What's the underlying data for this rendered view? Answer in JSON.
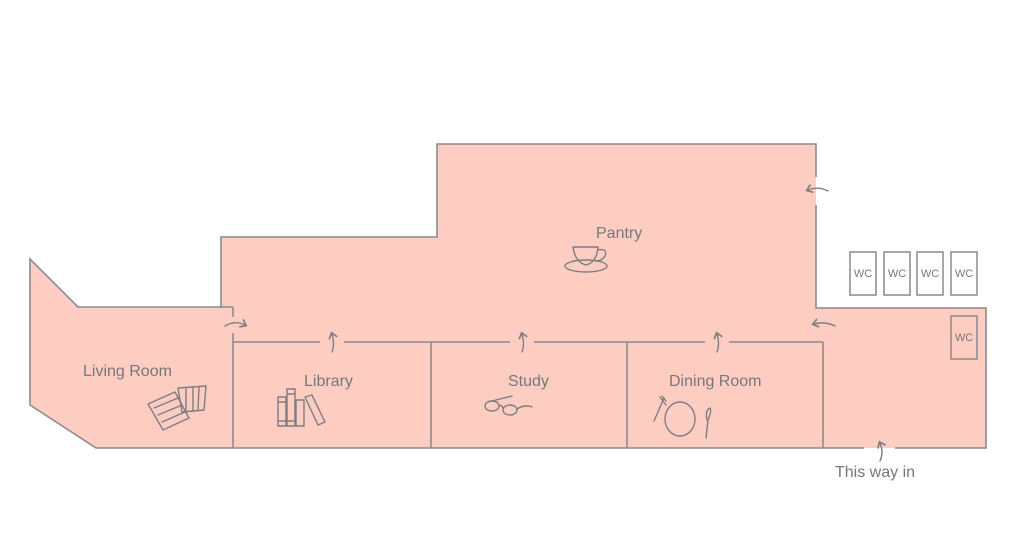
{
  "colors": {
    "room_fill": "#fecdc2",
    "wall": "#8a8a8e",
    "text": "#77777c"
  },
  "rooms": [
    {
      "name": "Living Room",
      "icon": "cushions-icon"
    },
    {
      "name": "Library",
      "icon": "books-icon"
    },
    {
      "name": "Study",
      "icon": "glasses-icon"
    },
    {
      "name": "Dining Room",
      "icon": "plate-cutlery-icon"
    },
    {
      "name": "Pantry",
      "icon": "teacup-icon"
    }
  ],
  "wc_label": "WC",
  "entrance_label": "This way in"
}
